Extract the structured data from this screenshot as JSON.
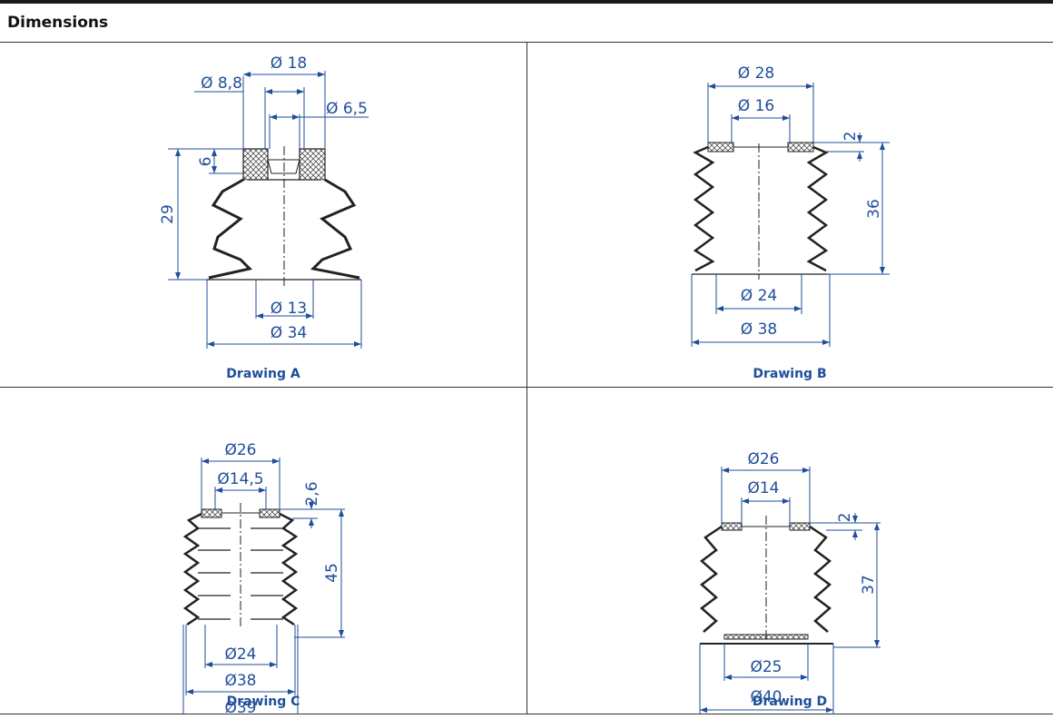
{
  "section_title": "Dimensions",
  "colors": {
    "dimension": "#1f4e9a",
    "caption": "#1f4e9a",
    "outline": "#222222",
    "grid": "#333333"
  },
  "drawings": [
    {
      "caption": "Drawing A",
      "dims": [
        "Ø 18",
        "Ø 8,8",
        "Ø 6,5",
        "6",
        "29",
        "Ø 13",
        "Ø 34"
      ]
    },
    {
      "caption": "Drawing B",
      "dims": [
        "Ø 28",
        "Ø 16",
        "2",
        "36",
        "Ø 24",
        "Ø 38"
      ]
    },
    {
      "caption": "Drawing C",
      "dims": [
        "Ø26",
        "Ø14,5",
        "2,6",
        "45",
        "Ø24",
        "Ø38",
        "Ø39"
      ]
    },
    {
      "caption": "Drawing D",
      "dims": [
        "Ø26",
        "Ø14",
        "2",
        "37",
        "Ø25",
        "Ø40"
      ]
    }
  ]
}
